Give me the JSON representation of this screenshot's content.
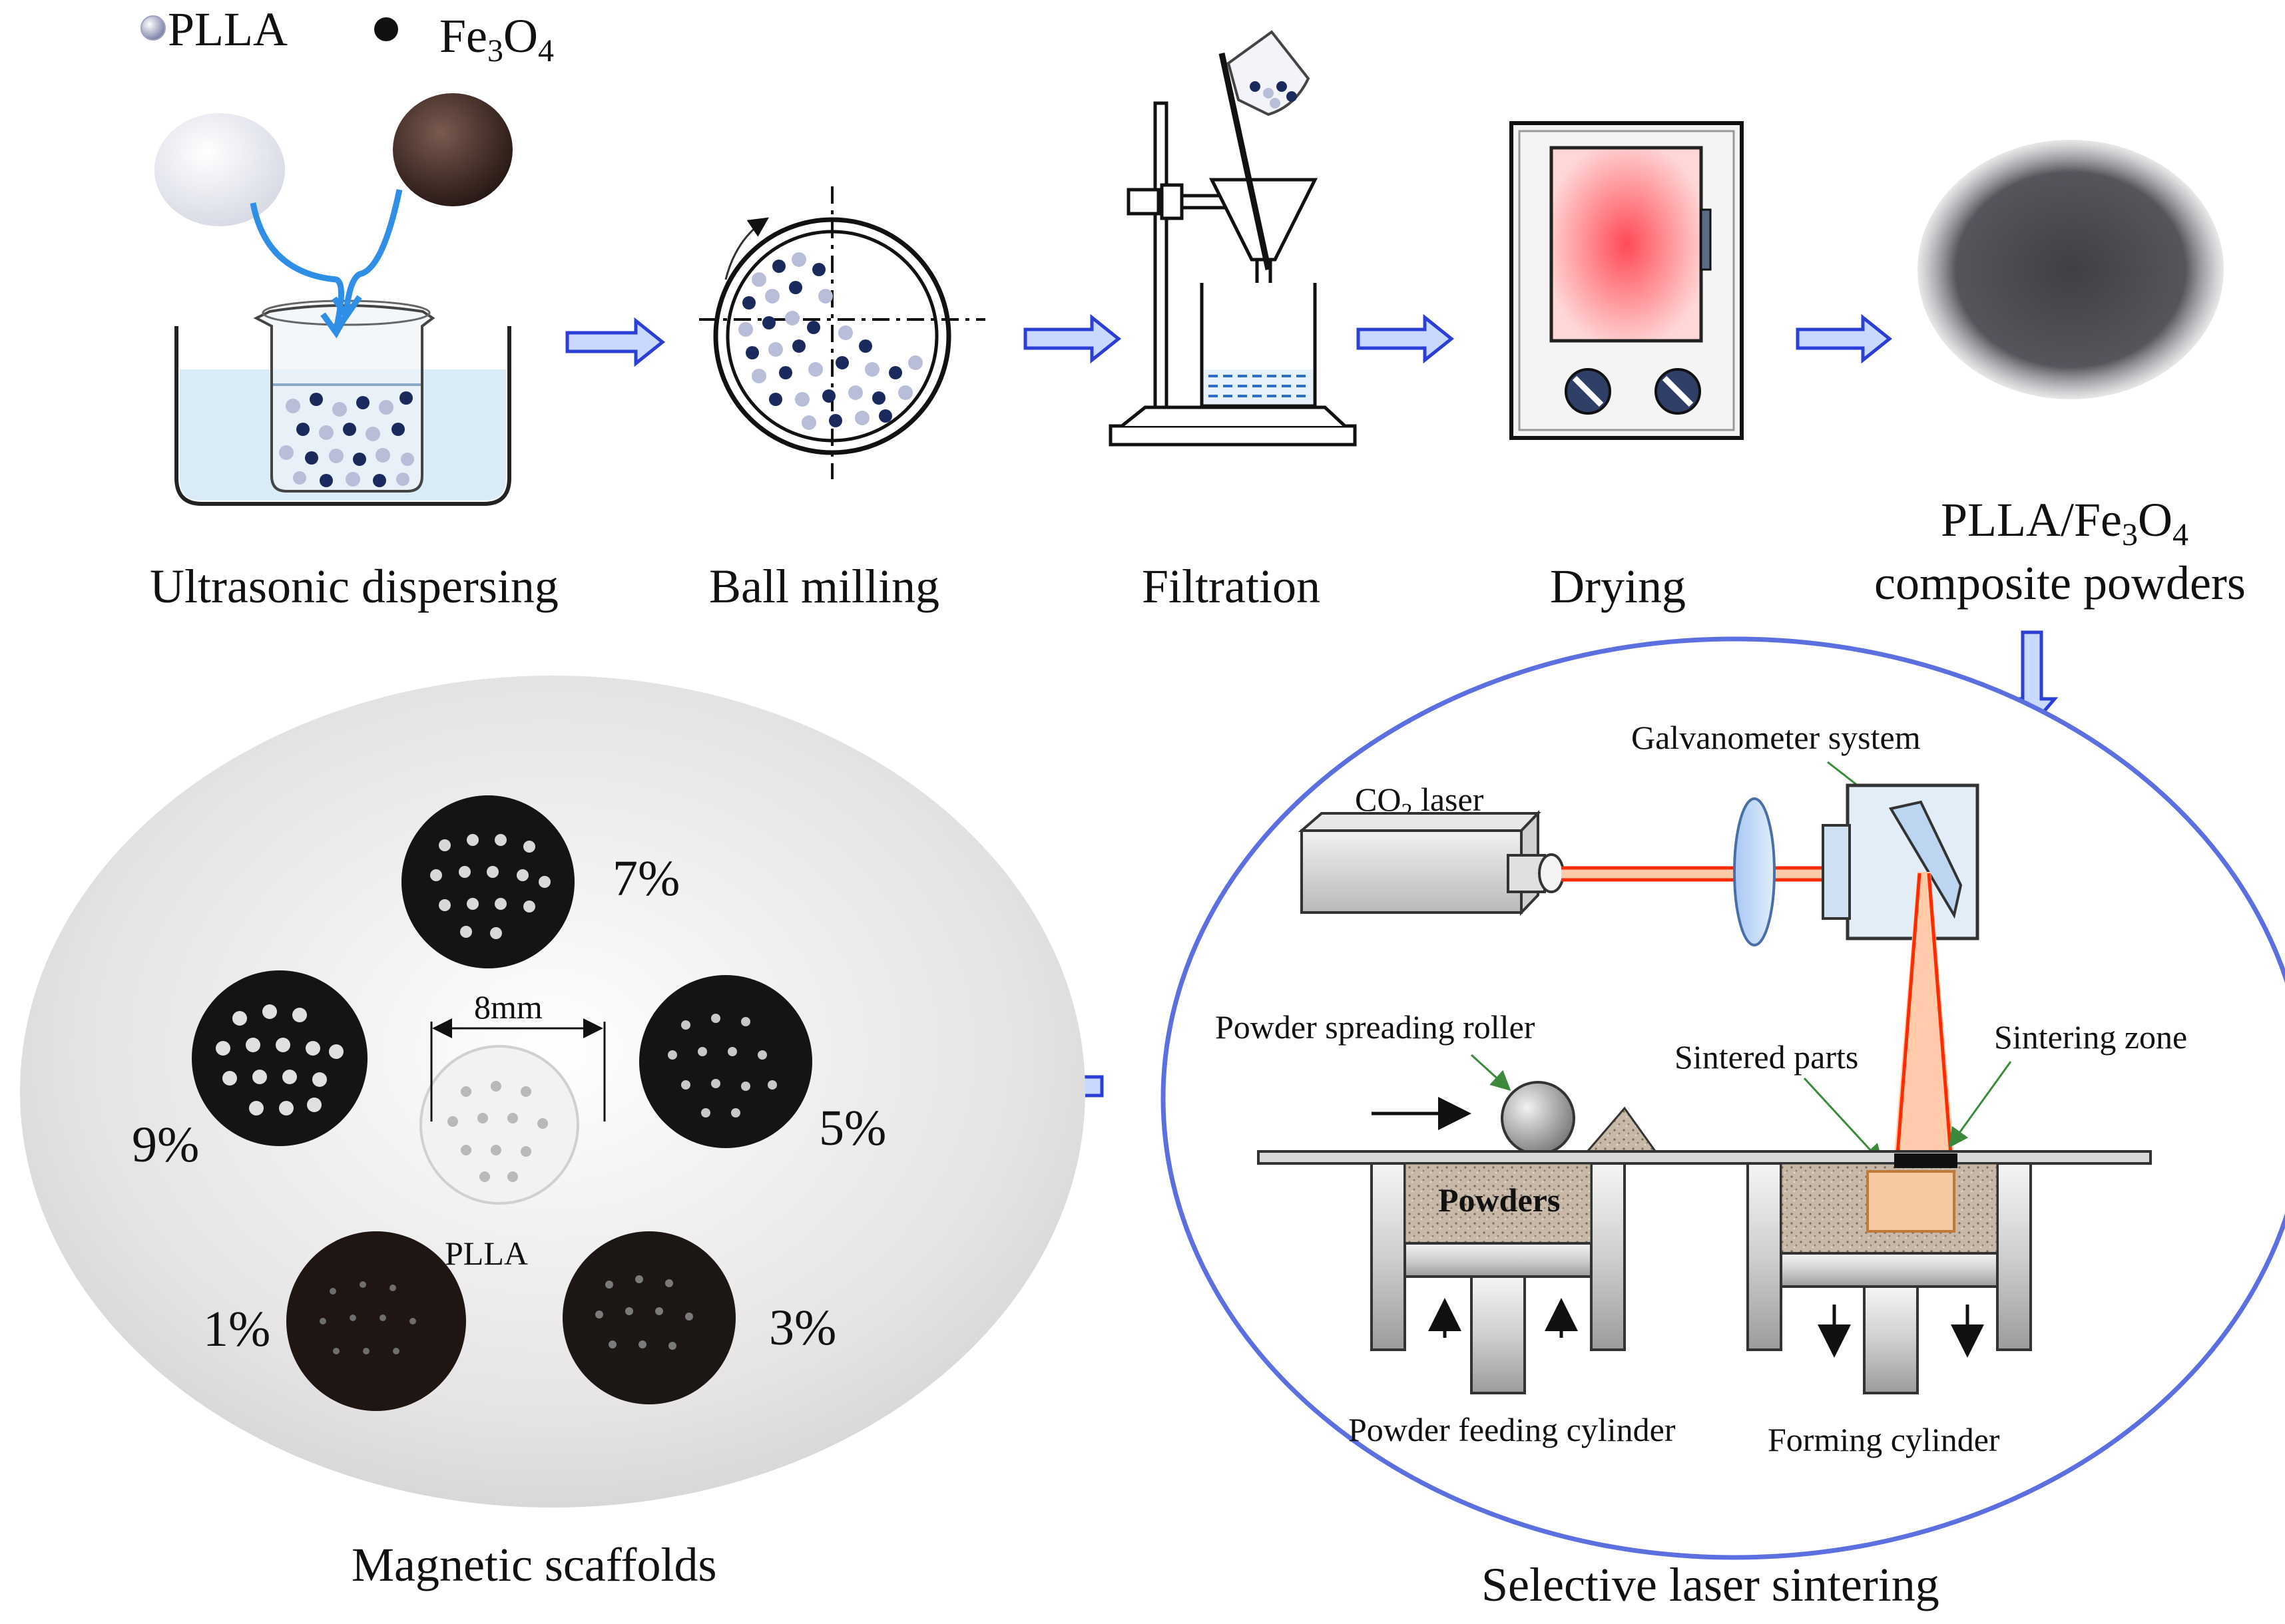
{
  "legend": {
    "pla_label": "PLLA",
    "fe_label": "Fe",
    "fe_sub1": "3",
    "fe_o": "O",
    "fe_sub2": "4"
  },
  "steps": {
    "ultrasonic": "Ultrasonic  dispersing",
    "ball_milling": "Ball milling",
    "filtration": "Filtration",
    "drying": "Drying",
    "composite_line1_a": "PLLA/Fe",
    "composite_line1_sub1": "3",
    "composite_line1_b": "O",
    "composite_line1_sub2": "4",
    "composite_line2": "composite powders"
  },
  "sls": {
    "title": "Selective  laser sintering",
    "co2_a": "CO",
    "co2_sub": "2",
    "co2_b": " laser",
    "galvanometer": "Galvanometer  system",
    "roller": "Powder  spreading  roller",
    "sintered_parts": "Sintered  parts",
    "sintering_zone": "Sintering  zone",
    "powders": "Powders",
    "feeding_cylinder": "Powder  feeding  cylinder",
    "forming_cylinder": "Forming  cylinder"
  },
  "scaffolds": {
    "title": "Magnetic  scaffolds",
    "p7": "7%",
    "p9": "9%",
    "p5": "5%",
    "p1": "1%",
    "p3": "3%",
    "pla": "PLLA",
    "size": "8mm"
  },
  "colors": {
    "arrow_fill": "#c9d8ff",
    "arrow_stroke": "#2b3fd6",
    "water": "#d9ecf8",
    "laser": "#ff2a00",
    "sls_border": "#5b6fe0",
    "powder_bed": "#c7b7a6",
    "part": "#f7c9a0"
  }
}
